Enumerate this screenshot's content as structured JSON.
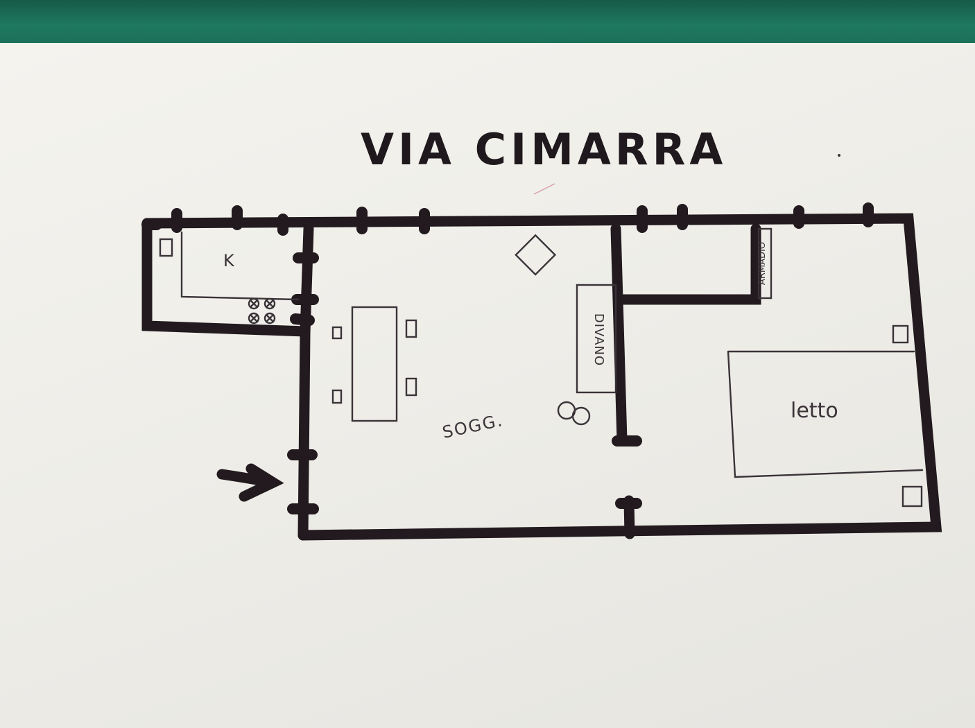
{
  "title": "VIA CIMARRA",
  "rooms": {
    "kitchen": "K",
    "living": "SOGG.",
    "bed": "letto"
  },
  "furniture": {
    "sofa": "DIVANO",
    "wardrobe": "ARMADIO"
  },
  "colors": {
    "ink": "#221a1e",
    "paper": "#f1f0eb",
    "backdrop": "#1d6a55"
  },
  "icons": [
    "entrance-arrow-icon",
    "stove-burner-icon",
    "window-icon"
  ]
}
